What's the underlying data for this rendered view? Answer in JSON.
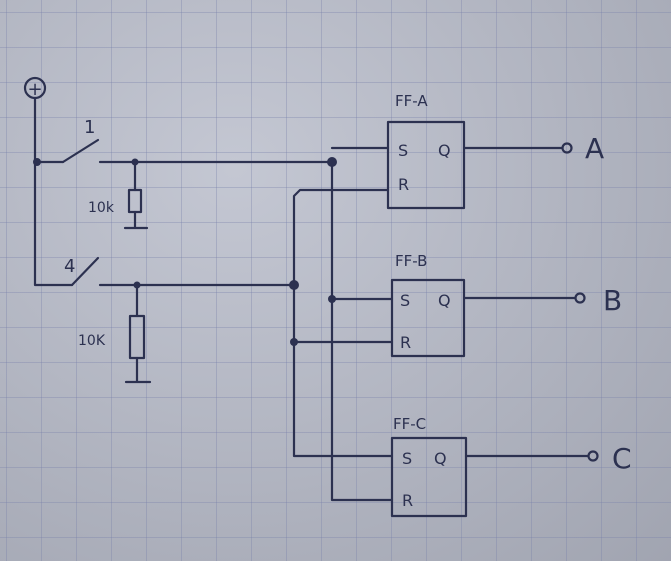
{
  "supply": {
    "symbol": "+"
  },
  "switches": [
    {
      "label": "1"
    },
    {
      "label": "4"
    }
  ],
  "resistors": [
    {
      "label": "10k"
    },
    {
      "label": "10K"
    }
  ],
  "flipflops": [
    {
      "title": "FF-A",
      "set": "S",
      "reset": "R",
      "output": "Q"
    },
    {
      "title": "FF-B",
      "set": "S",
      "reset": "R",
      "output": "Q"
    },
    {
      "title": "FF-C",
      "set": "S",
      "reset": "R",
      "output": "Q"
    }
  ],
  "outputs": [
    "A",
    "B",
    "C"
  ],
  "colors": {
    "ink": "#2c3150",
    "paper": "#b7bbc9",
    "grid": "#7880aa"
  }
}
